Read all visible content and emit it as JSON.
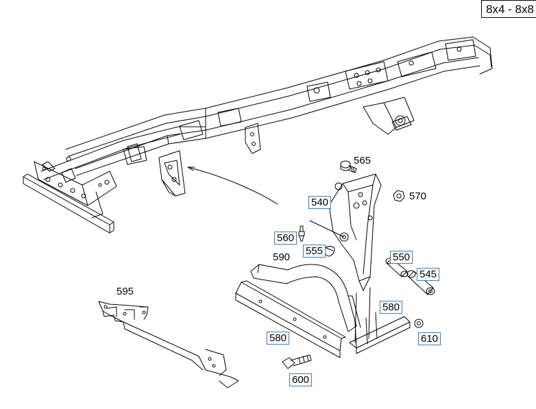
{
  "header": {
    "variant_tag": "8x4 - 8x8"
  },
  "parts": [
    {
      "id": "p565",
      "number": "565",
      "boxed": false
    },
    {
      "id": "p570",
      "number": "570",
      "boxed": false
    },
    {
      "id": "p540",
      "number": "540",
      "boxed": true
    },
    {
      "id": "p560",
      "number": "560",
      "boxed": true
    },
    {
      "id": "p555",
      "number": "555",
      "boxed": true
    },
    {
      "id": "p550",
      "number": "550",
      "boxed": true
    },
    {
      "id": "p590",
      "number": "590",
      "boxed": false
    },
    {
      "id": "p545",
      "number": "545",
      "boxed": true
    },
    {
      "id": "p595",
      "number": "595",
      "boxed": false
    },
    {
      "id": "p580a",
      "number": "580",
      "boxed": true
    },
    {
      "id": "p580b",
      "number": "580",
      "boxed": true
    },
    {
      "id": "p610",
      "number": "610",
      "boxed": true
    },
    {
      "id": "p600",
      "number": "600",
      "boxed": true
    }
  ]
}
